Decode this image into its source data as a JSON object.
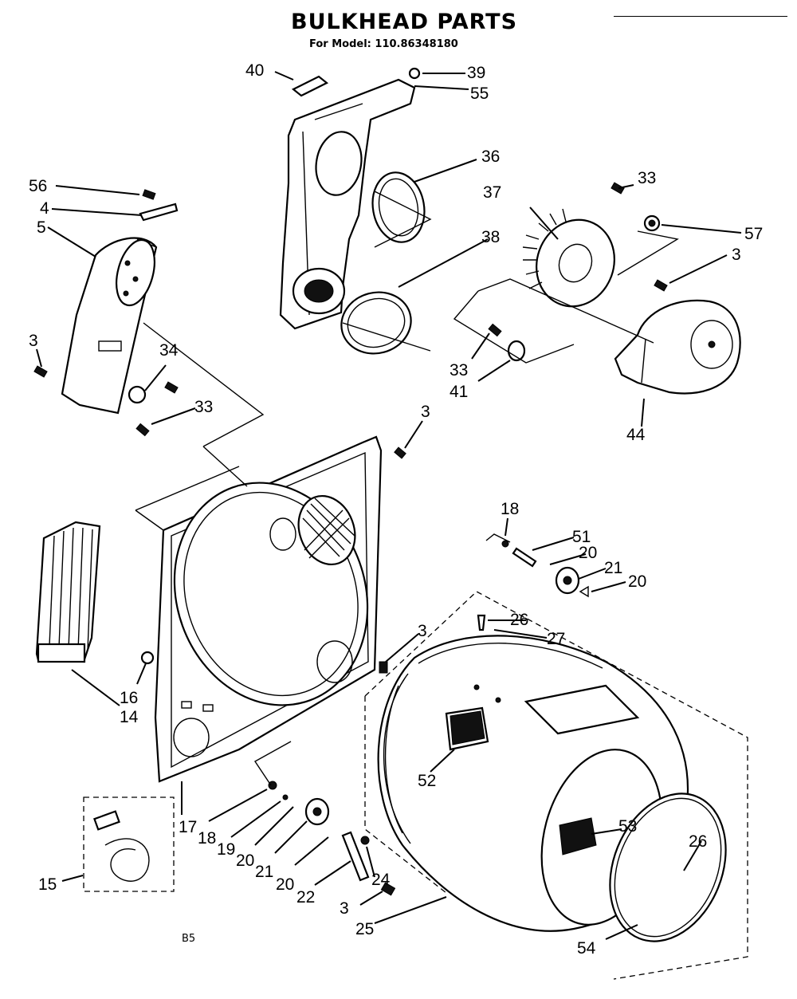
{
  "header": {
    "title": "BULKHEAD PARTS",
    "subtitle": "For Model: 110.86348180"
  },
  "footer": {
    "code": "B5"
  },
  "callouts": [
    {
      "id": "c40",
      "text": "40"
    },
    {
      "id": "c39",
      "text": "39"
    },
    {
      "id": "c55",
      "text": "55"
    },
    {
      "id": "c36",
      "text": "36"
    },
    {
      "id": "c33a",
      "text": "33"
    },
    {
      "id": "c37",
      "text": "37"
    },
    {
      "id": "c57",
      "text": "57"
    },
    {
      "id": "c3a",
      "text": "3"
    },
    {
      "id": "c38",
      "text": "38"
    },
    {
      "id": "c56",
      "text": "56"
    },
    {
      "id": "c4",
      "text": "4"
    },
    {
      "id": "c5",
      "text": "5"
    },
    {
      "id": "c3b",
      "text": "3"
    },
    {
      "id": "c34",
      "text": "34"
    },
    {
      "id": "c33b",
      "text": "33"
    },
    {
      "id": "c33c",
      "text": "33"
    },
    {
      "id": "c41",
      "text": "41"
    },
    {
      "id": "c44",
      "text": "44"
    },
    {
      "id": "c3c",
      "text": "3"
    },
    {
      "id": "c18a",
      "text": "18"
    },
    {
      "id": "c51",
      "text": "51"
    },
    {
      "id": "c20a",
      "text": "20"
    },
    {
      "id": "c21a",
      "text": "21"
    },
    {
      "id": "c20b",
      "text": "20"
    },
    {
      "id": "c26a",
      "text": "26"
    },
    {
      "id": "c27",
      "text": "27"
    },
    {
      "id": "c3d",
      "text": "3"
    },
    {
      "id": "c16",
      "text": "16"
    },
    {
      "id": "c14",
      "text": "14"
    },
    {
      "id": "c52",
      "text": "52"
    },
    {
      "id": "c53",
      "text": "53"
    },
    {
      "id": "c26b",
      "text": "26"
    },
    {
      "id": "c17",
      "text": "17"
    },
    {
      "id": "c18b",
      "text": "18"
    },
    {
      "id": "c19",
      "text": "19"
    },
    {
      "id": "c20c",
      "text": "20"
    },
    {
      "id": "c21b",
      "text": "21"
    },
    {
      "id": "c20d",
      "text": "20"
    },
    {
      "id": "c22",
      "text": "22"
    },
    {
      "id": "c24",
      "text": "24"
    },
    {
      "id": "c15",
      "text": "15"
    },
    {
      "id": "c3e",
      "text": "3"
    },
    {
      "id": "c25",
      "text": "25"
    },
    {
      "id": "c54",
      "text": "54"
    }
  ]
}
